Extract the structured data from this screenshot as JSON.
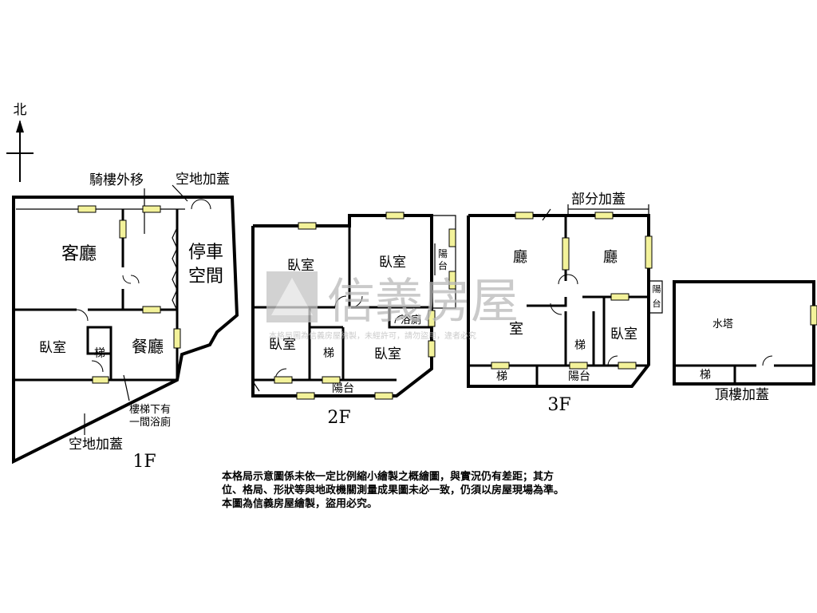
{
  "compass": {
    "north": "北"
  },
  "floor1": {
    "name": "1F",
    "arcade": "騎樓外移",
    "vacant_top": "空地加蓋",
    "living": "客廳",
    "parking": [
      "停車",
      "空間"
    ],
    "bedroom": "臥室",
    "stairs": "梯",
    "dining": "餐廳",
    "under_stairs": [
      "樓梯下有",
      "一間浴廁"
    ],
    "vacant_bottom": "空地加蓋"
  },
  "floor2": {
    "name": "2F",
    "bedroom_nw": "臥室",
    "bedroom_ne": "臥室",
    "balcony_e": [
      "陽",
      "台"
    ],
    "bath": "浴廁",
    "bedroom_sw": "臥室",
    "stairs": "梯",
    "bedroom_s": "臥室",
    "balcony_s": "陽台"
  },
  "floor3": {
    "name": "3F",
    "partial": "部分加蓋",
    "hall_w": "廳",
    "hall_e": "廳",
    "balcony_e": [
      "陽",
      "台"
    ],
    "room": "室",
    "stairs_mid": "梯",
    "bedroom": "臥室",
    "stairs_bottom": "梯",
    "balcony_s": "陽台"
  },
  "roof": {
    "name": "頂樓加蓋",
    "tank": "水塔",
    "stairs": "梯"
  },
  "watermark": {
    "brand": "信義房屋",
    "notice": "本格局圖為信義房屋繪製，未經許可，請勿盜用，違者必究"
  },
  "disclaimer": [
    "本格局示意圖係未依一定比例縮小繪製之概繪圖，與實況仍有差距；其方",
    "位、格局、形狀等與地政機關測量成果圖未必一致，仍須以房屋現場為準。",
    "本圖為信義房屋繪製，盜用必究。"
  ]
}
